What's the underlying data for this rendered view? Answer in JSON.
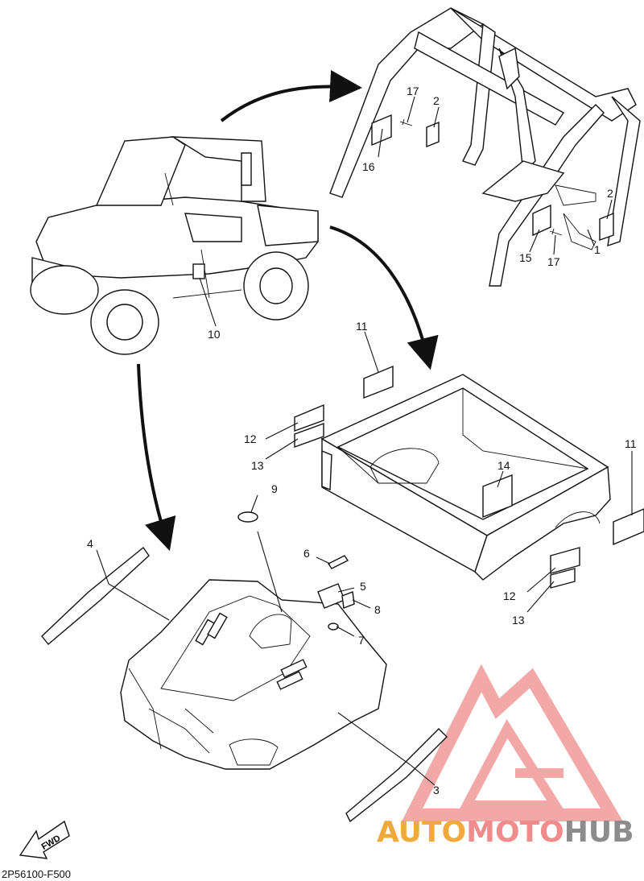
{
  "diagram_code": "2P56100-F500",
  "fwd_label": "FWD",
  "callouts": {
    "c1": "1",
    "c2a": "2",
    "c2b": "2",
    "c3": "3",
    "c4": "4",
    "c5": "5",
    "c6": "6",
    "c7": "7",
    "c8": "8",
    "c9": "9",
    "c10": "10",
    "c11a": "11",
    "c11b": "11",
    "c12a": "12",
    "c12b": "12",
    "c13a": "13",
    "c13b": "13",
    "c14": "14",
    "c15": "15",
    "c16": "16",
    "c17a": "17",
    "c17b": "17"
  },
  "watermark": {
    "part1": "AUTO",
    "part2": "MOTO",
    "part3": "HUB",
    "color_orange": "#f2a93b",
    "color_red": "#f28b8b",
    "color_gray": "#8c8c8c"
  }
}
